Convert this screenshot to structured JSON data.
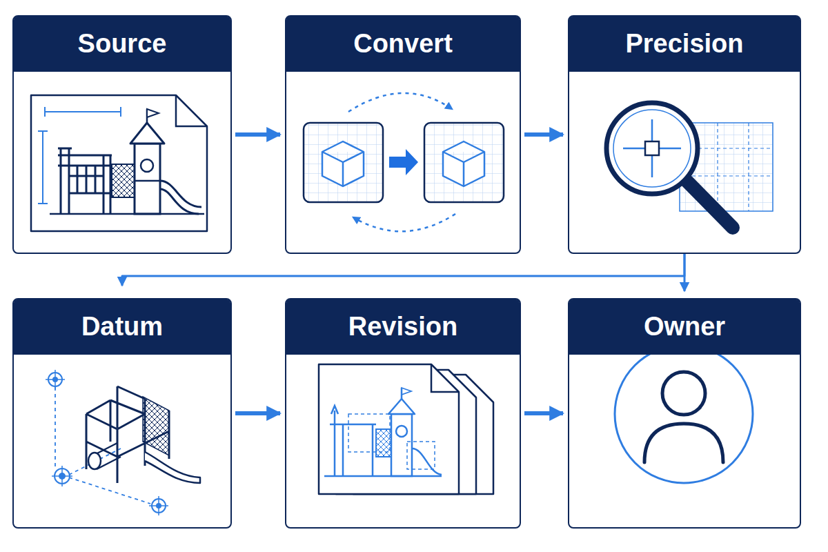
{
  "diagram": {
    "nodes": [
      {
        "text": [
          "Source"
        ]
      },
      {
        "text": [
          "Convert"
        ]
      },
      {
        "text": [
          "Precision"
        ]
      },
      {
        "text": [
          "Datum"
        ]
      },
      {
        "text": [
          "Revision"
        ]
      },
      {
        "text": [
          "Owner"
        ]
      }
    ],
    "edges": [
      {
        "from": 0,
        "to": 1,
        "arrow": "to"
      },
      {
        "from": 1,
        "to": 2,
        "arrow": "to"
      },
      {
        "from": 2,
        "to": 3,
        "arrow": "to"
      },
      {
        "from": 2,
        "to": 5,
        "arrow": "to"
      },
      {
        "from": 3,
        "to": 4,
        "arrow": "to"
      },
      {
        "from": 4,
        "to": 5,
        "arrow": "to"
      }
    ]
  }
}
